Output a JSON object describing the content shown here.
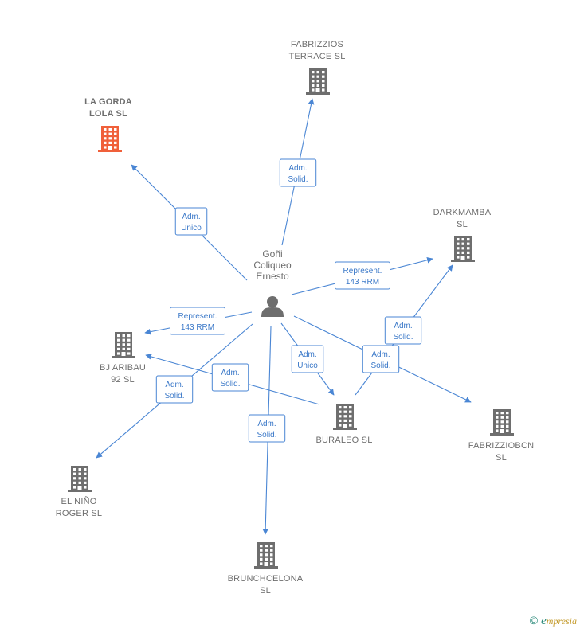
{
  "person": {
    "name_lines": [
      "Goñi",
      "Coliqueo",
      "Ernesto"
    ]
  },
  "companies": [
    {
      "id": "fabrizzios",
      "name_lines": [
        "FABRIZZIOS",
        "TERRACE  SL"
      ],
      "highlight": false
    },
    {
      "id": "lagorda",
      "name_lines": [
        "LA GORDA",
        "LOLA  SL"
      ],
      "highlight": true
    },
    {
      "id": "darkmamba",
      "name_lines": [
        "DARKMAMBA",
        "SL"
      ],
      "highlight": false
    },
    {
      "id": "bjaribau",
      "name_lines": [
        "BJ ARIBAU",
        "92  SL"
      ],
      "highlight": false
    },
    {
      "id": "buraleo",
      "name_lines": [
        "BURALEO  SL"
      ],
      "highlight": false
    },
    {
      "id": "fabrizziobcn",
      "name_lines": [
        "FABRIZZIOBCN",
        "SL"
      ],
      "highlight": false
    },
    {
      "id": "elnino",
      "name_lines": [
        "EL NIÑO",
        "ROGER  SL"
      ],
      "highlight": false
    },
    {
      "id": "brunchcelona",
      "name_lines": [
        "BRUNCHCELONA",
        "SL"
      ],
      "highlight": false
    }
  ],
  "relations": [
    {
      "from": "person",
      "to": "fabrizzios",
      "label_lines": [
        "Adm.",
        "Solid."
      ]
    },
    {
      "from": "person",
      "to": "lagorda",
      "label_lines": [
        "Adm.",
        "Unico"
      ]
    },
    {
      "from": "person",
      "to": "darkmamba",
      "label_lines": [
        "Represent.",
        "143 RRM"
      ]
    },
    {
      "from": "person",
      "to": "bjaribau",
      "label_lines": [
        "Represent.",
        "143 RRM"
      ]
    },
    {
      "from": "person",
      "to": "buraleo",
      "label_lines": [
        "Adm.",
        "Unico"
      ]
    },
    {
      "from": "person",
      "to": "fabrizziobcn",
      "label_lines": [
        "Adm.",
        "Solid."
      ]
    },
    {
      "from": "person",
      "to": "elnino",
      "label_lines": [
        "Adm.",
        "Solid."
      ]
    },
    {
      "from": "person",
      "to": "brunchcelona",
      "label_lines": [
        "Adm.",
        "Solid."
      ]
    },
    {
      "from": "buraleo",
      "to": "darkmamba",
      "label_lines": [
        "Adm.",
        "Solid."
      ]
    },
    {
      "from": "buraleo",
      "to": "bjaribau",
      "label_lines": [
        "Adm.",
        "Solid."
      ]
    }
  ],
  "colors": {
    "edge": "#4a86d4",
    "building": "#6e6e6e",
    "building_highlight": "#f0603a",
    "person": "#6e6e6e"
  },
  "footer": {
    "copyright": "©",
    "brand_initial": "e",
    "brand_rest": "mpresia"
  }
}
